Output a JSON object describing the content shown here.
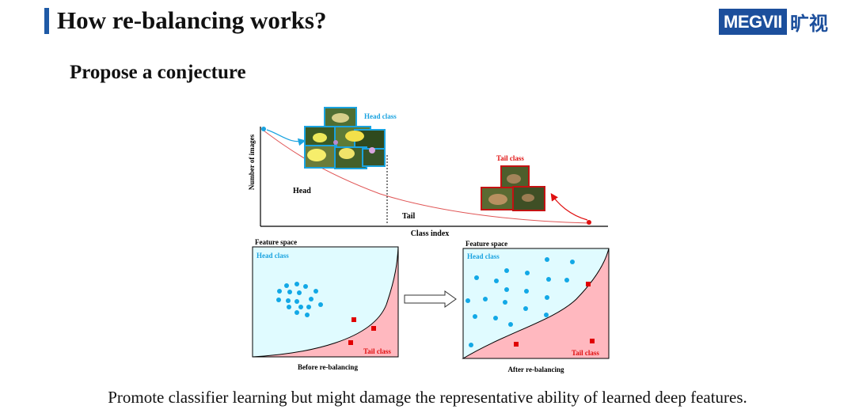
{
  "title": "How re-balancing works?",
  "logo": {
    "brand": "MEGVII",
    "chinese": "旷视",
    "brand_color": "#1c4f9c"
  },
  "subtitle": "Propose a conjecture",
  "top_chart": {
    "ylabel": "Number of images",
    "xlabel": "Class index",
    "head_label": "Head",
    "tail_label": "Tail",
    "head_class_label": "Head class",
    "tail_class_label": "Tail class",
    "curve_color": "#e05555",
    "head_color": "#1aa3e0",
    "tail_color": "#e01010"
  },
  "feature_before": {
    "heading": "Feature space",
    "head_label": "Head class",
    "tail_label": "Tail class",
    "caption": "Before re-balancing"
  },
  "feature_after": {
    "heading": "Feature space",
    "head_label": "Head class",
    "tail_label": "Tail class",
    "caption": "After re-balancing"
  },
  "colors": {
    "head_region": "#e0fbff",
    "tail_region": "#ffb8bf",
    "dot": "#12a8e6",
    "square": "#e00000"
  },
  "caption": "Promote classifier learning but might damage the representative ability of learned deep features."
}
